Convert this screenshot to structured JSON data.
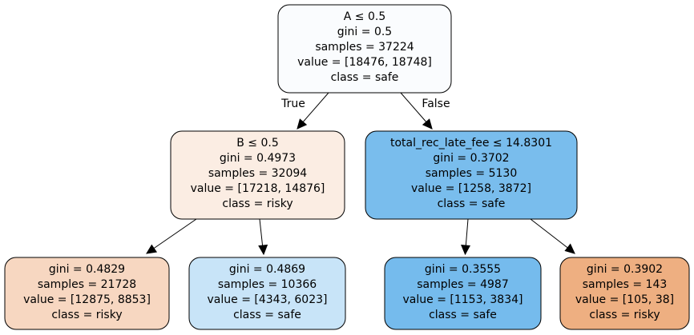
{
  "tree": {
    "nodes": [
      {
        "id": "root",
        "lines": [
          "A ≤ 0.5",
          "gini = 0.5",
          "samples = 37224",
          "value = [18476, 18748]",
          "class = safe"
        ],
        "fill": "#fafcfe"
      },
      {
        "id": "left",
        "lines": [
          "B ≤ 0.5",
          "gini = 0.4973",
          "samples = 32094",
          "value = [17218, 14876]",
          "class = risky"
        ],
        "fill": "#fbede3"
      },
      {
        "id": "right",
        "lines": [
          "total_rec_late_fee ≤ 14.8301",
          "gini = 0.3702",
          "samples = 5130",
          "value = [1258, 3872]",
          "class = safe"
        ],
        "fill": "#79bded"
      },
      {
        "id": "ll",
        "lines": [
          "gini = 0.4829",
          "samples = 21728",
          "value = [12875, 8853]",
          "class = risky"
        ],
        "fill": "#f7d7c1"
      },
      {
        "id": "lr",
        "lines": [
          "gini = 0.4869",
          "samples = 10366",
          "value = [4343, 6023]",
          "class = safe"
        ],
        "fill": "#c8e4f8"
      },
      {
        "id": "rl",
        "lines": [
          "gini = 0.3555",
          "samples = 4987",
          "value = [1153, 3834]",
          "class = safe"
        ],
        "fill": "#75bbed"
      },
      {
        "id": "rr",
        "lines": [
          "gini = 0.3902",
          "samples = 143",
          "value = [105, 38]",
          "class = risky"
        ],
        "fill": "#eeaf81"
      }
    ],
    "edges": [
      {
        "from": "root",
        "to": "left",
        "label": "True"
      },
      {
        "from": "root",
        "to": "right",
        "label": "False"
      },
      {
        "from": "left",
        "to": "ll",
        "label": ""
      },
      {
        "from": "left",
        "to": "lr",
        "label": ""
      },
      {
        "from": "right",
        "to": "rl",
        "label": ""
      },
      {
        "from": "right",
        "to": "rr",
        "label": ""
      }
    ]
  }
}
